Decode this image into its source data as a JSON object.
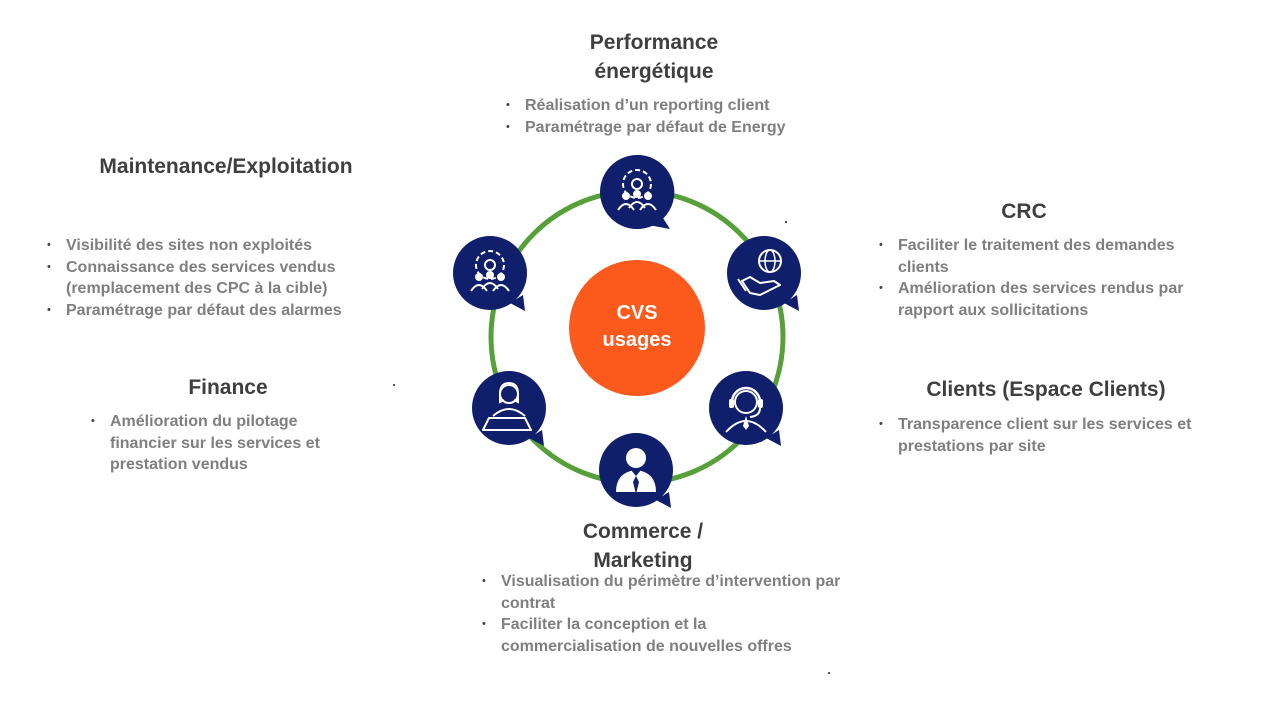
{
  "center": {
    "label_line1": "CVS",
    "label_line2": "usages",
    "color": "#fc5a1c"
  },
  "ring_color": "#56a03a",
  "icon_color": "#0f1f6b",
  "sections": {
    "performance": {
      "title_line1": "Performance",
      "title_line2": "énergétique",
      "bullets": [
        "Réalisation d’un reporting client",
        "Paramétrage par défaut de Energy"
      ]
    },
    "maintenance": {
      "title": "Maintenance/Exploitation",
      "bullets": [
        "Visibilité des sites non exploités",
        "Connaissance des services vendus (remplacement des CPC à la cible)",
        "Paramétrage par défaut des alarmes"
      ]
    },
    "crc": {
      "title": "CRC",
      "bullets": [
        "Faciliter le traitement des demandes clients",
        "Amélioration des services rendus par rapport aux sollicitations"
      ]
    },
    "finance": {
      "title": "Finance",
      "bullets": [
        "Amélioration du pilotage financier sur les services et prestation vendus"
      ]
    },
    "clients": {
      "title": "Clients (Espace Clients)",
      "bullets": [
        "Transparence client sur les services et prestations par site"
      ]
    },
    "commerce": {
      "title_line1": "Commerce /",
      "title_line2": "Marketing",
      "bullets": [
        "Visualisation du périmètre d’intervention par contrat",
        "Faciliter la conception et la commercialisation de nouvelles offres"
      ]
    }
  },
  "icons": [
    "team-gear-icon",
    "globe-hand-icon",
    "headset-agent-icon",
    "businessman-icon",
    "laptop-user-icon",
    "team-gear-icon"
  ]
}
